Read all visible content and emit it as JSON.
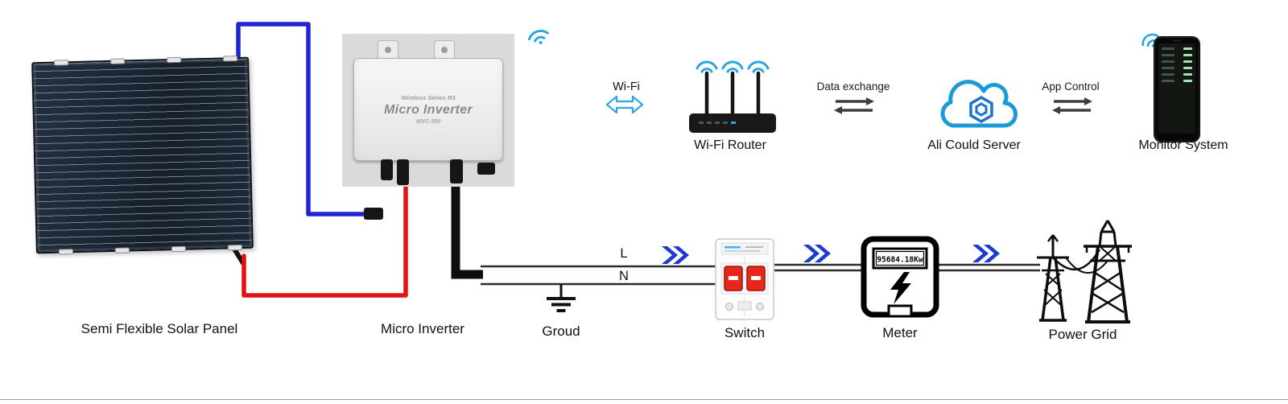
{
  "labels": {
    "solar_panel": "Semi Flexible Solar Panel",
    "micro_inverter": "Micro Inverter",
    "ground": "Groud",
    "switch": "Switch",
    "meter": "Meter",
    "power_grid": "Power Grid",
    "wifi_router": "Wi-Fi Router",
    "cloud_server": "Ali Could Server",
    "monitor_system": "Monitor System"
  },
  "annotations": {
    "wifi_link": "Wi-Fi",
    "data_exchange": "Data exchange",
    "app_control": "App Control",
    "line_live": "L",
    "line_neutral": "N"
  },
  "devices": {
    "inverter": {
      "series": "Wireless Series R3",
      "name": "Micro Inverter",
      "model": "WVC-350"
    },
    "meter": {
      "reading": "95684.18Kw"
    }
  },
  "icons": {
    "wifi": "wifi-signal",
    "chevron": "double-chevron-flow",
    "exchange": "bidirectional-arrows",
    "ground": "earth-ground-symbol"
  },
  "colors": {
    "wire_positive_red": "#e01212",
    "wire_negative_blue": "#2023d6",
    "wifi_cyan": "#2aa7e0",
    "cloud_blue": "#1b9ad8",
    "chevron_blue": "#1c3bd4",
    "breaker_red": "#e8261a"
  }
}
